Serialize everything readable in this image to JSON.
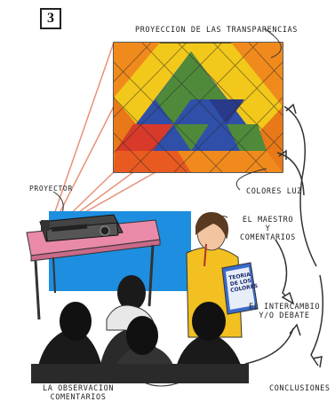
{
  "figure_number": "3",
  "labels": {
    "proyeccion": "PROYECCION DE LAS TRANSPARENCIAS",
    "proyector": "PROYECTOR",
    "colores_luz": "COLORES LUZ",
    "el_maestro_line1": "EL MAESTRO",
    "el_maestro_line2": "Y",
    "el_maestro_line3": "COMENTARIOS",
    "intercambio_line1": "EL INTERCAMBIO",
    "intercambio_line2": "Y/O DEBATE",
    "observacion_line1": "LA OBSERVACION",
    "observacion_line2": "COMENTARIOS",
    "conclusiones": "CONCLUSIONES"
  },
  "notebook_text": {
    "line1": "TEORIA",
    "line2": "DE LOS",
    "line3": "COLORES"
  },
  "colors": {
    "yellow": "#f2c81a",
    "orange": "#f08a1c",
    "red": "#d83a2a",
    "blue": "#2f4fa8",
    "green": "#4f8a3a",
    "sky": "#1e8ee0",
    "pink_table": "#e88aa8"
  }
}
